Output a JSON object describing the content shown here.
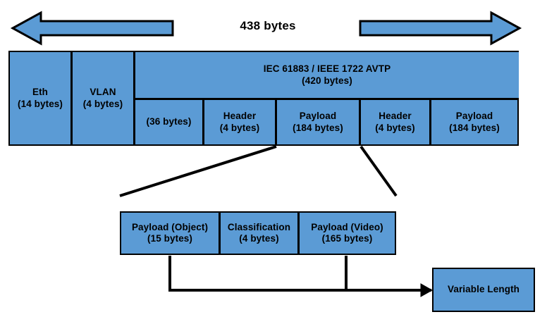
{
  "diagram": {
    "title": "Ethernet AVTP packet structure breakdown",
    "scale_label": "438 bytes",
    "colors": {
      "fill": "#5B9BD5",
      "stroke": "#000000",
      "background": "#FFFFFF"
    },
    "arrows": {
      "left_arrow_name": "left-extent-arrow",
      "right_arrow_name": "right-extent-arrow",
      "variable_arrow_name": "variable-length-arrow"
    },
    "main_row": {
      "cells": [
        {
          "name": "eth",
          "line1": "Eth",
          "line2": "(14 bytes)"
        },
        {
          "name": "vlan",
          "line1": "VLAN",
          "line2": "(4 bytes)"
        }
      ],
      "avtp": {
        "line1": "IEC 61883 / IEEE 1722 AVTP",
        "line2": "(420 bytes)",
        "sub_cells": [
          {
            "name": "reserved-36",
            "line1": "",
            "line2": "(36 bytes)"
          },
          {
            "name": "header-1",
            "line1": "Header",
            "line2": "(4 bytes)"
          },
          {
            "name": "payload-1",
            "line1": "Payload",
            "line2": "(184 bytes)"
          },
          {
            "name": "header-2",
            "line1": "Header",
            "line2": "(4 bytes)"
          },
          {
            "name": "payload-2",
            "line1": "Payload",
            "line2": "(184 bytes)"
          }
        ]
      }
    },
    "detail_row": {
      "cells": [
        {
          "name": "payload-object",
          "line1": "Payload (Object)",
          "line2": "(15 bytes)"
        },
        {
          "name": "classification",
          "line1": "Classification",
          "line2": "(4 bytes)"
        },
        {
          "name": "payload-video",
          "line1": "Payload (Video)",
          "line2": "(165 bytes)"
        }
      ]
    },
    "variable_box": {
      "label": "Variable Length"
    }
  },
  "chart_data": {
    "type": "table",
    "title": "438 bytes Ethernet AVTP frame layout",
    "rows": [
      {
        "field": "Eth",
        "bytes": 14,
        "level": 1
      },
      {
        "field": "VLAN",
        "bytes": 4,
        "level": 1
      },
      {
        "field": "IEC 61883 / IEEE 1722 AVTP",
        "bytes": 420,
        "level": 1
      },
      {
        "field": "(36 bytes)",
        "bytes": 36,
        "level": 2
      },
      {
        "field": "Header",
        "bytes": 4,
        "level": 2
      },
      {
        "field": "Payload",
        "bytes": 184,
        "level": 2
      },
      {
        "field": "Header",
        "bytes": 4,
        "level": 2
      },
      {
        "field": "Payload",
        "bytes": 184,
        "level": 2
      },
      {
        "field": "Payload (Object)",
        "bytes": 15,
        "level": 3
      },
      {
        "field": "Classification",
        "bytes": 4,
        "level": 3
      },
      {
        "field": "Payload (Video)",
        "bytes": 165,
        "level": 3
      },
      {
        "field": "Variable Length",
        "bytes": null,
        "level": 4
      }
    ],
    "total_bytes": 438
  }
}
